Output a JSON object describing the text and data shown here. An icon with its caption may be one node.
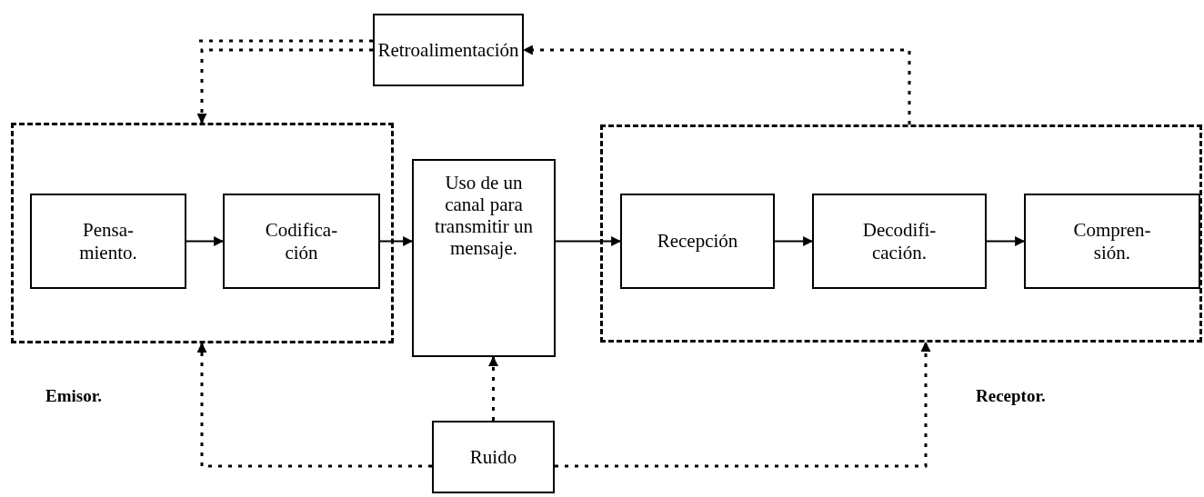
{
  "diagram": {
    "nodes": [
      {
        "text": [
          "Retroalimentación"
        ]
      },
      {
        "text": [],
        "shape": "box",
        "beside": [
          "Emisor."
        ]
      },
      {
        "text": [
          "Pensa- miento."
        ],
        "in": 1
      },
      {
        "text": [
          "Codifica- ción"
        ],
        "in": 1
      },
      {
        "text": [
          "Uso de un canal para transmitir un mensaje."
        ]
      },
      {
        "text": [],
        "shape": "box",
        "beside": [
          "Receptor."
        ]
      },
      {
        "text": [
          "Recepción"
        ],
        "in": 5
      },
      {
        "text": [
          "Decodifi- cación."
        ],
        "in": 5
      },
      {
        "text": [
          "Compren- sión."
        ],
        "in": 5
      },
      {
        "text": [
          "Ruido"
        ]
      }
    ],
    "edges": [
      {
        "from": 2,
        "to": 3,
        "arrow": "to"
      },
      {
        "from": 3,
        "to": 4,
        "arrow": "to"
      },
      {
        "from": 4,
        "to": 6,
        "arrow": "to"
      },
      {
        "from": 6,
        "to": 7,
        "arrow": "to"
      },
      {
        "from": 7,
        "to": 8,
        "arrow": "to"
      },
      {
        "from": 5,
        "to": 0,
        "arrow": "to",
        "style": "dashed"
      },
      {
        "from": 0,
        "to": 1,
        "arrow": "to",
        "style": "dashed"
      },
      {
        "from": 9,
        "to": 4,
        "arrow": "to",
        "style": "dashed"
      },
      {
        "from": 9,
        "to": 1,
        "arrow": "to",
        "style": "dashed"
      },
      {
        "from": 9,
        "to": 5,
        "arrow": "to",
        "style": "dashed"
      },
      {
        "from": 0,
        "to": null,
        "arrow": "none",
        "style": "dashed"
      }
    ]
  }
}
